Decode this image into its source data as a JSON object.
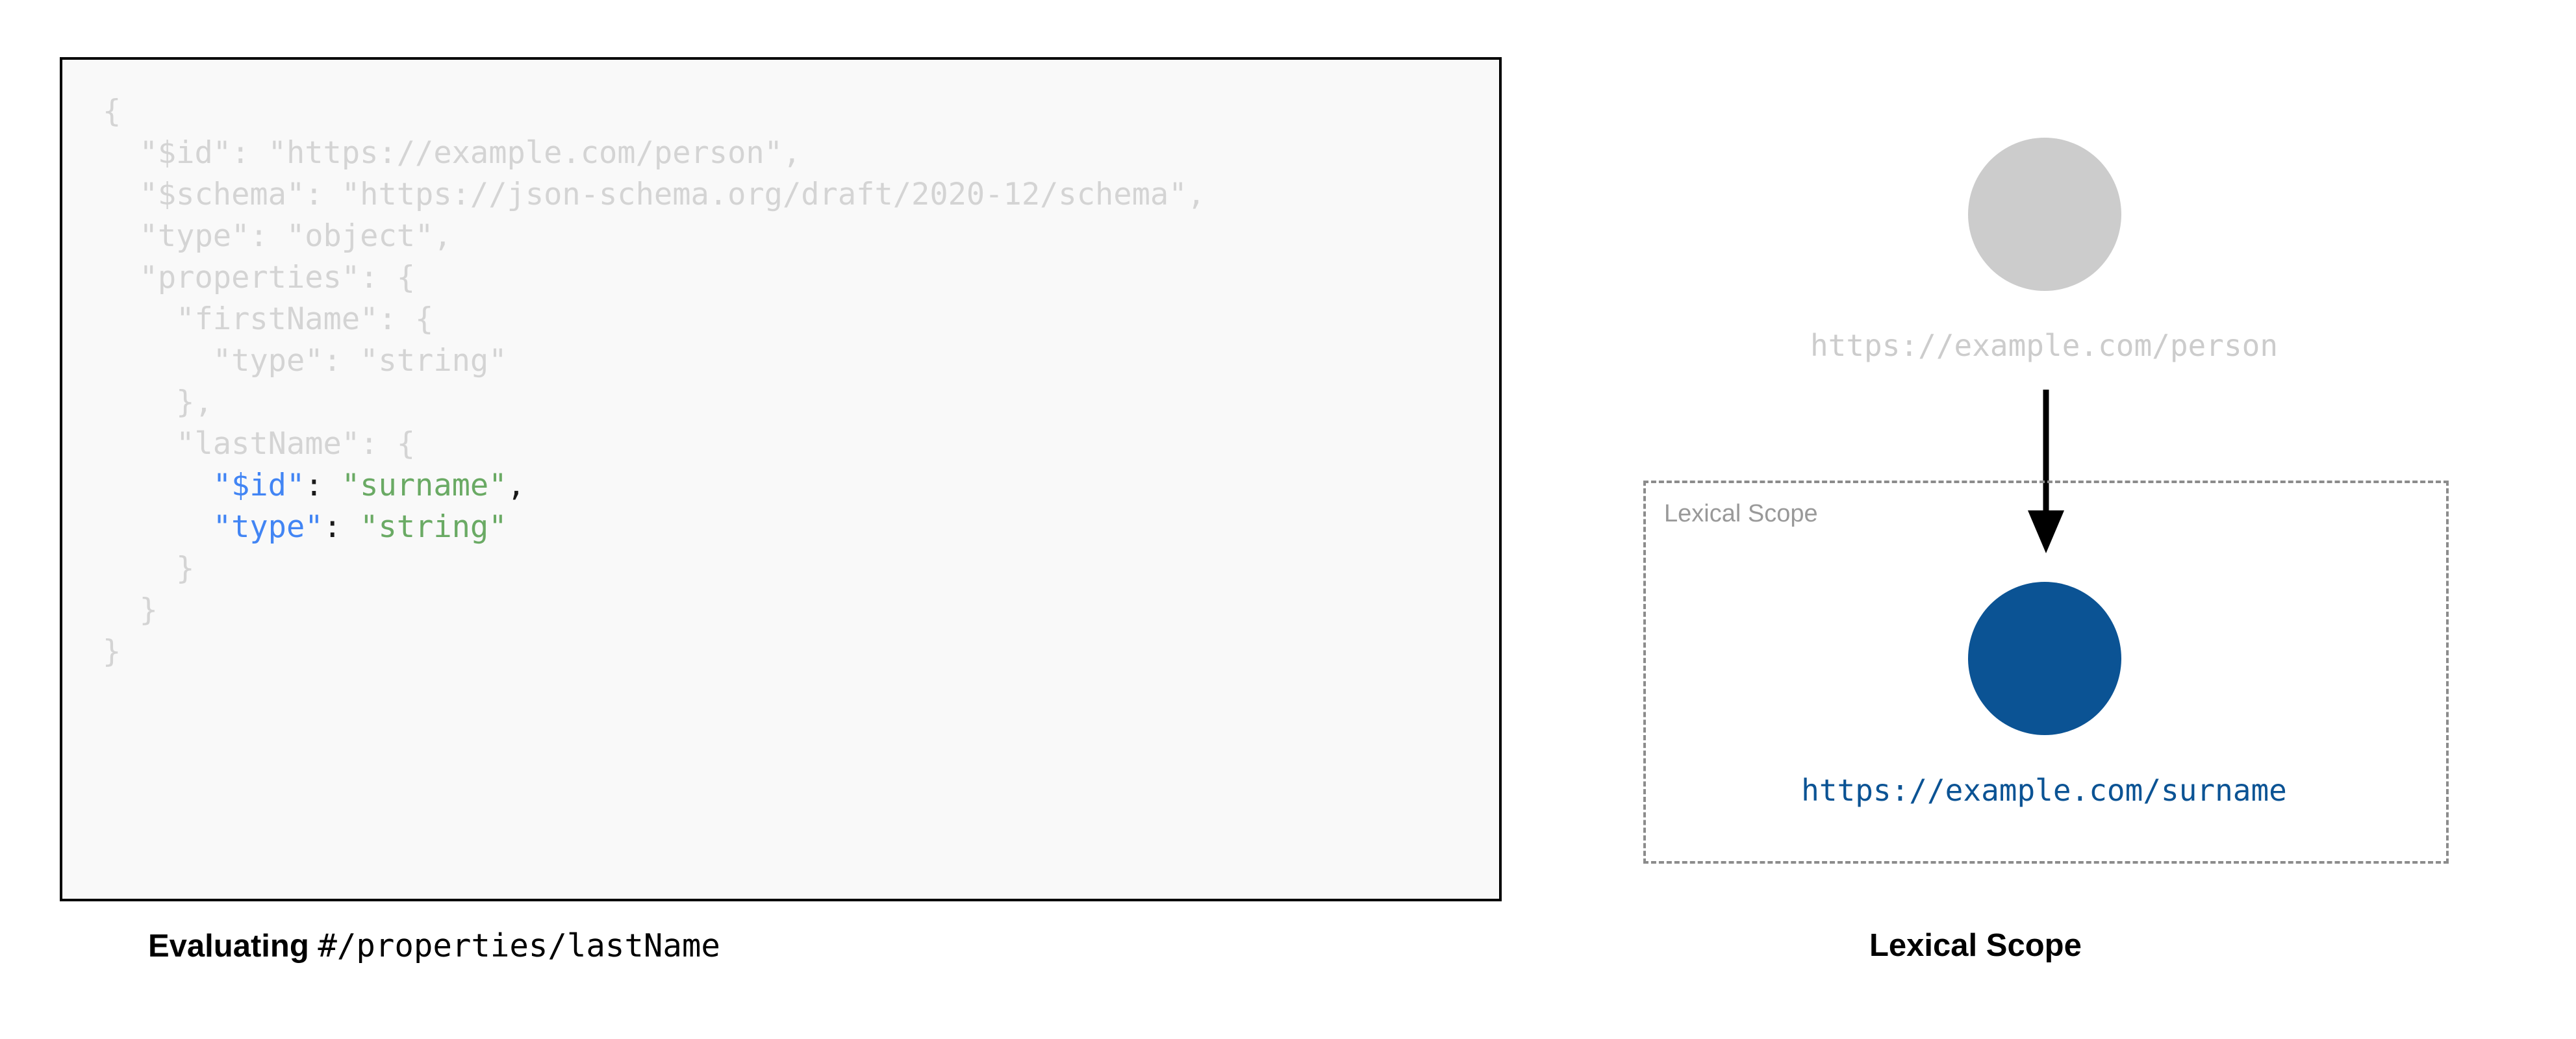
{
  "code_panel": {
    "background": "#f9f9f9",
    "border_color": "#000000",
    "syntax_colors": {
      "dim": "#d4d4d4",
      "key": "#4285f4",
      "string": "#6aaa64",
      "punctuation": "#1a1a1a"
    },
    "lines": [
      {
        "id": "l1",
        "highlighted": false,
        "text": "{"
      },
      {
        "id": "l2",
        "highlighted": false,
        "text": "  \"$id\": \"https://example.com/person\","
      },
      {
        "id": "l3",
        "highlighted": false,
        "text": "  \"$schema\": \"https://json-schema.org/draft/2020-12/schema\","
      },
      {
        "id": "l4",
        "highlighted": false,
        "text": "  \"type\": \"object\","
      },
      {
        "id": "l5",
        "highlighted": false,
        "text": "  \"properties\": {"
      },
      {
        "id": "l6",
        "highlighted": false,
        "text": "    \"firstName\": {"
      },
      {
        "id": "l7",
        "highlighted": false,
        "text": "      \"type\": \"string\""
      },
      {
        "id": "l8",
        "highlighted": false,
        "text": "    },"
      },
      {
        "id": "l9",
        "highlighted": false,
        "text": "    \"lastName\": {"
      },
      {
        "id": "l10",
        "highlighted": true,
        "indent": "      ",
        "key": "\"$id\"",
        "sep": ": ",
        "value": "\"surname\"",
        "tail": ","
      },
      {
        "id": "l11",
        "highlighted": true,
        "indent": "      ",
        "key": "\"type\"",
        "sep": ": ",
        "value": "\"string\"",
        "tail": ""
      },
      {
        "id": "l12",
        "highlighted": false,
        "text": "    }"
      },
      {
        "id": "l13",
        "highlighted": false,
        "text": "  }"
      },
      {
        "id": "l14",
        "highlighted": false,
        "text": "}"
      }
    ]
  },
  "captions": {
    "left_bold": "Evaluating",
    "left_mono": "#/properties/lastName",
    "right": "Lexical Scope"
  },
  "diagram": {
    "nodes": [
      {
        "id": "person",
        "label": "https://example.com/person",
        "circle_color": "#cccccc",
        "label_color": "#cccccc",
        "state": "inactive"
      },
      {
        "id": "surname",
        "label": "https://example.com/surname",
        "circle_color": "#0b5394",
        "label_color": "#0b5394",
        "state": "active"
      }
    ],
    "edge": {
      "from": "person",
      "to": "surname",
      "color": "#000000",
      "arrow": "down-arrow-icon"
    },
    "scope_box": {
      "label": "Lexical Scope",
      "border_color": "#8c8c8c",
      "border_style": "dashed",
      "label_color": "#999999"
    }
  }
}
